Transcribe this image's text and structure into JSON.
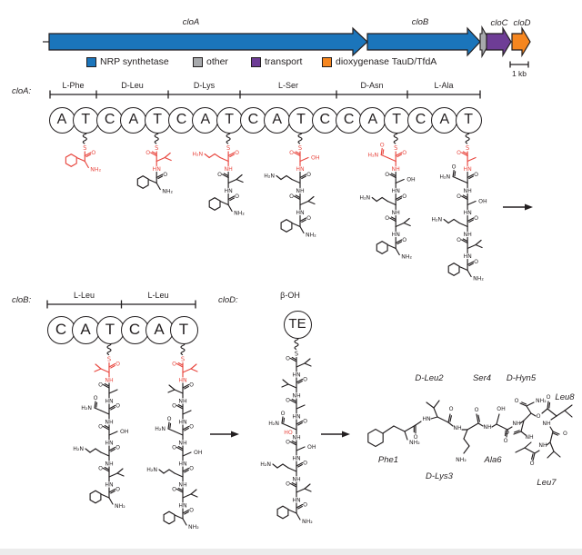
{
  "colors": {
    "nrps": "#1b75bb",
    "other": "#a7a9ac",
    "transport": "#6e3d96",
    "dioxygenase": "#f6861f",
    "red": "#e8473f",
    "ink": "#231f20"
  },
  "gene_map": {
    "labels": [
      "cloA",
      "cloB",
      "cloC",
      "cloD"
    ],
    "legend": [
      {
        "label": "NRP synthetase"
      },
      {
        "label": "other"
      },
      {
        "label": "transport"
      },
      {
        "label": "dioxygenase TauD/TfdA"
      }
    ],
    "scale": "1 kb"
  },
  "cloA_section": {
    "label": "cloA:",
    "modules": [
      "L-Phe",
      "D-Leu",
      "D-Lys",
      "L-Ser",
      "D-Asn",
      "L-Ala"
    ],
    "domains": [
      "A",
      "T",
      "C",
      "A",
      "T",
      "C",
      "A",
      "T",
      "C",
      "A",
      "T",
      "C",
      "C",
      "A",
      "T",
      "C",
      "A",
      "T"
    ]
  },
  "cloB_section": {
    "label": "cloB:",
    "modules": [
      "L-Leu",
      "L-Leu"
    ],
    "domains": [
      "C",
      "A",
      "T",
      "C",
      "A",
      "T"
    ]
  },
  "cloD_section": {
    "label": "cloD:",
    "modification": "β-OH",
    "domain": "TE"
  },
  "atoms": {
    "S": "S",
    "O": "O",
    "NH": "NH",
    "HN": "HN",
    "NH2": "NH₂",
    "H2N": "H₂N",
    "OH": "OH",
    "HO": "HO"
  },
  "chains": [
    {
      "module": "cloA-m1",
      "residues": [
        {
          "aa": "Phe",
          "state": "new"
        }
      ]
    },
    {
      "module": "cloA-m2",
      "residues": [
        {
          "aa": "Leu",
          "state": "new"
        },
        {
          "aa": "Phe"
        }
      ]
    },
    {
      "module": "cloA-m3",
      "residues": [
        {
          "aa": "Lys",
          "state": "new"
        },
        {
          "aa": "Leu"
        },
        {
          "aa": "Phe"
        }
      ]
    },
    {
      "module": "cloA-m4",
      "residues": [
        {
          "aa": "Ser",
          "state": "new"
        },
        {
          "aa": "Lys"
        },
        {
          "aa": "Leu"
        },
        {
          "aa": "Phe"
        }
      ]
    },
    {
      "module": "cloA-m5",
      "residues": [
        {
          "aa": "Asn",
          "state": "new"
        },
        {
          "aa": "Ser"
        },
        {
          "aa": "Lys"
        },
        {
          "aa": "Leu"
        },
        {
          "aa": "Phe"
        }
      ]
    },
    {
      "module": "cloA-m6",
      "residues": [
        {
          "aa": "Ala",
          "state": "new"
        },
        {
          "aa": "Asn"
        },
        {
          "aa": "Ser"
        },
        {
          "aa": "Lys"
        },
        {
          "aa": "Leu"
        },
        {
          "aa": "Phe"
        }
      ]
    },
    {
      "module": "cloB-m1",
      "residues": [
        {
          "aa": "Leu",
          "state": "new"
        },
        {
          "aa": "Ala"
        },
        {
          "aa": "Asn"
        },
        {
          "aa": "Ser"
        },
        {
          "aa": "Lys"
        },
        {
          "aa": "Leu"
        },
        {
          "aa": "Phe"
        }
      ]
    },
    {
      "module": "cloB-m2",
      "residues": [
        {
          "aa": "Leu",
          "state": "new"
        },
        {
          "aa": "Leu"
        },
        {
          "aa": "Ala"
        },
        {
          "aa": "Asn"
        },
        {
          "aa": "Ser"
        },
        {
          "aa": "Lys"
        },
        {
          "aa": "Leu"
        },
        {
          "aa": "Phe"
        }
      ]
    },
    {
      "module": "cloD-TE",
      "head": "black",
      "residues": [
        {
          "aa": "Leu"
        },
        {
          "aa": "Leu"
        },
        {
          "aa": "Ala"
        },
        {
          "aa": "Hyn",
          "state": "hydroxylated"
        },
        {
          "aa": "Ser"
        },
        {
          "aa": "Lys"
        },
        {
          "aa": "Leu"
        },
        {
          "aa": "Phe"
        }
      ]
    }
  ],
  "product": {
    "residue_labels": [
      "Phe1",
      "D-Leu2",
      "D-Lys3",
      "Ser4",
      "D-Hyn5",
      "Ala6",
      "Leu7",
      "Leu8"
    ]
  }
}
